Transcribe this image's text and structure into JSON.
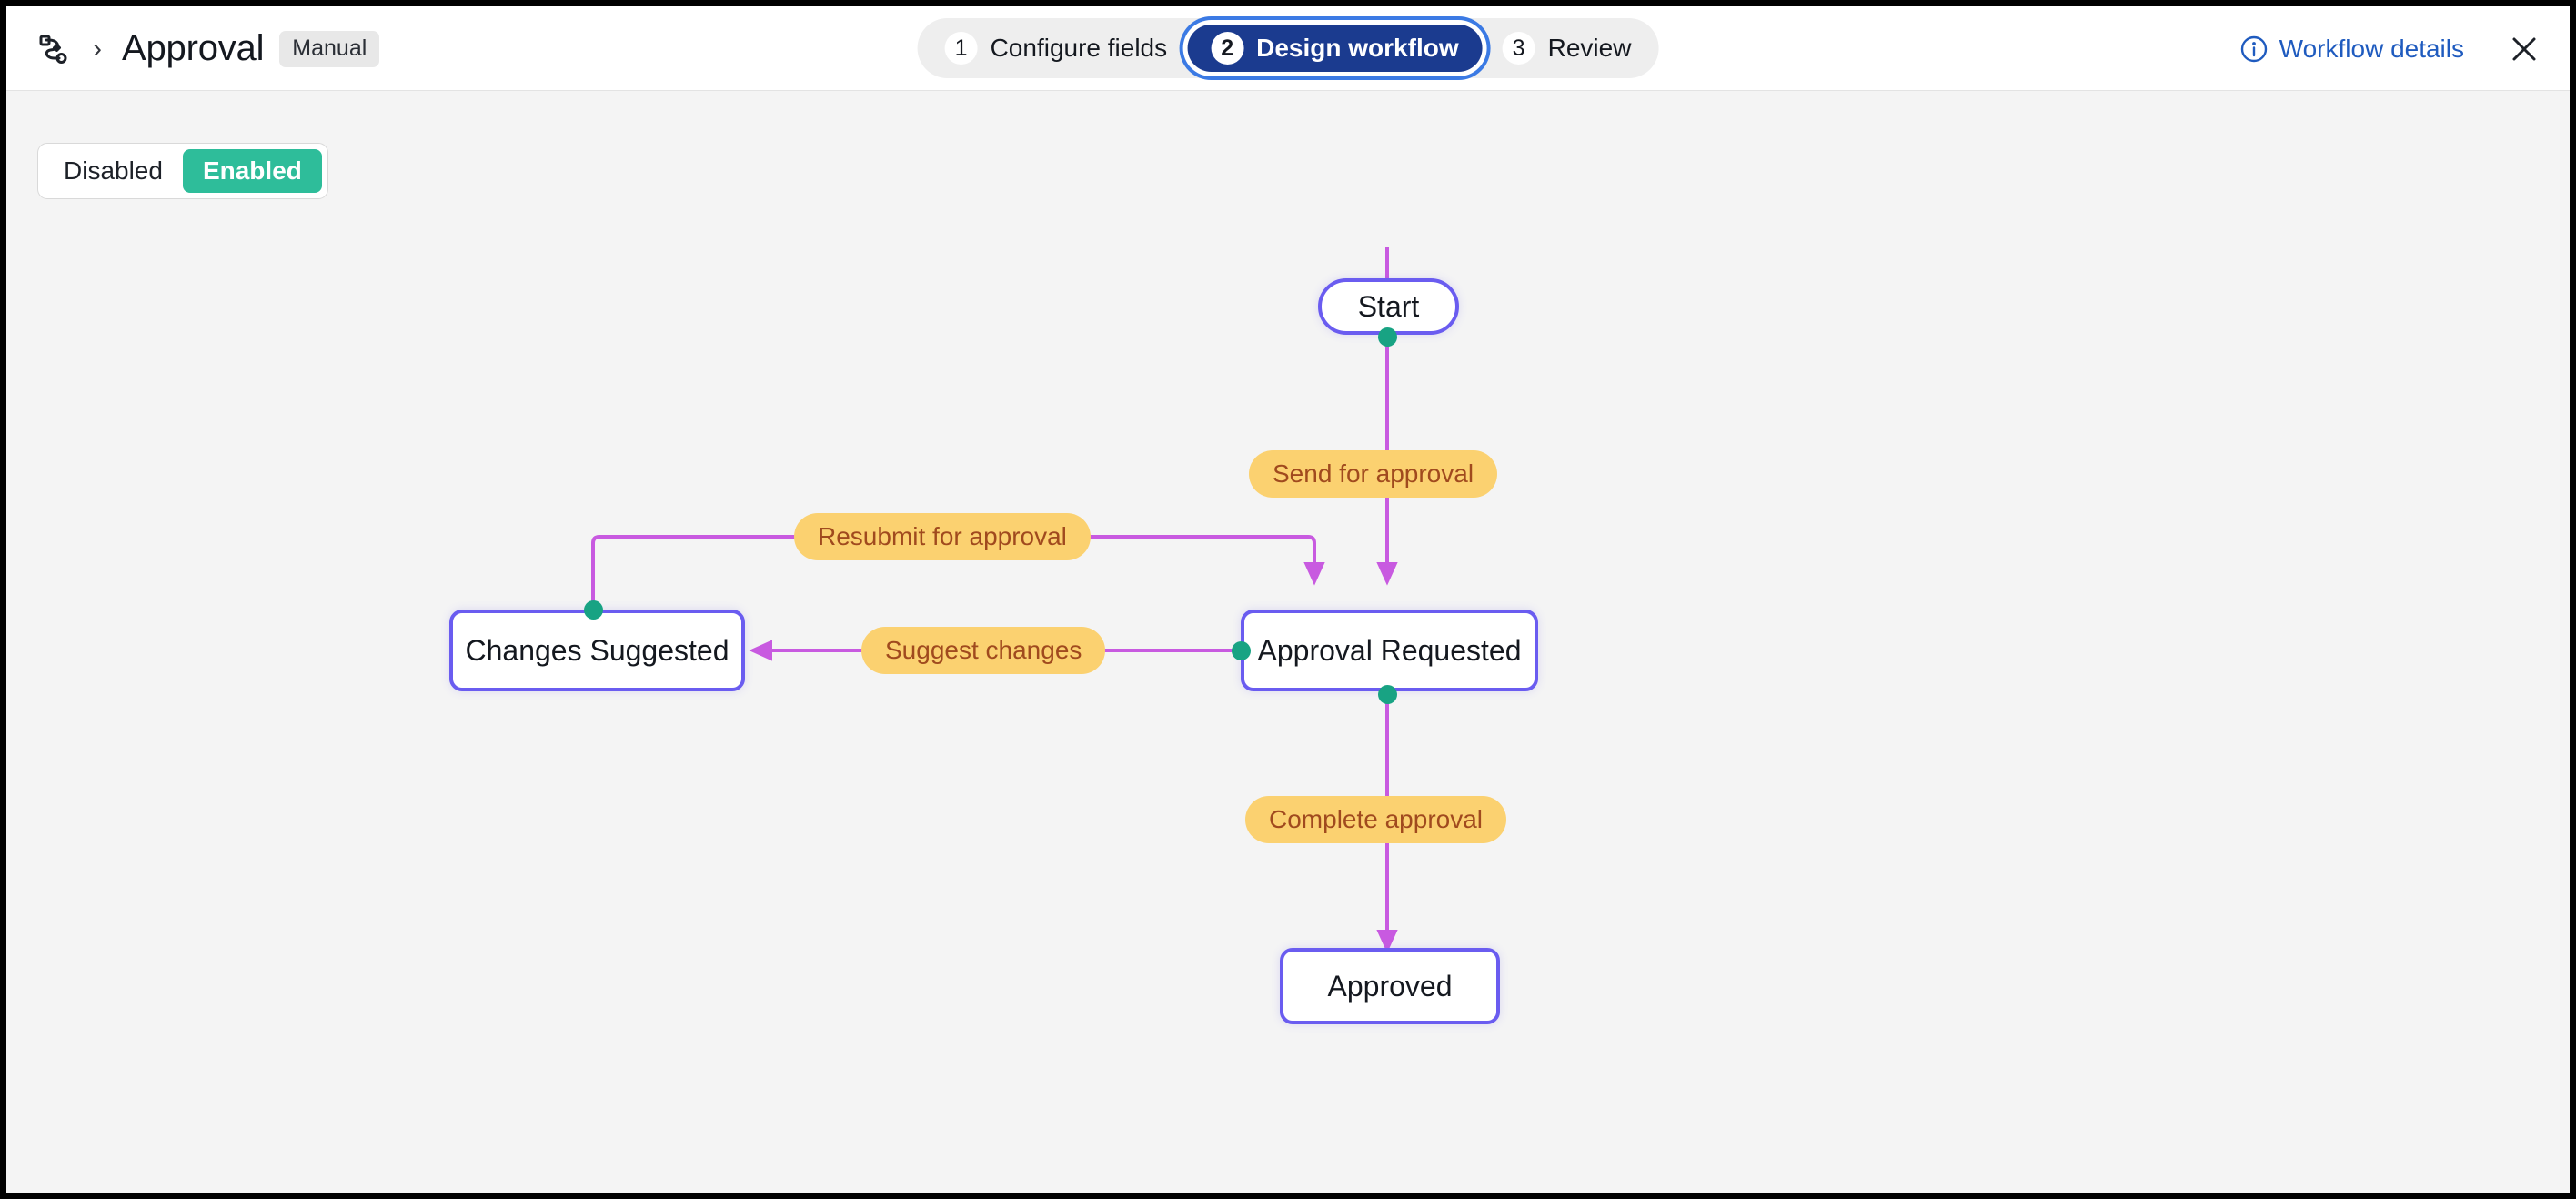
{
  "window": {
    "background": "#f4f4f4",
    "header_background": "#ffffff"
  },
  "header": {
    "workflow_icon": "workflow-route-icon",
    "breadcrumb_separator": "›",
    "title": "Approval",
    "title_badge": "Manual",
    "details_link": "Workflow details",
    "details_icon": "info-circle-icon",
    "close_icon": "close-icon",
    "link_color": "#1f5bbf"
  },
  "stepper": {
    "steps": [
      {
        "number": "1",
        "label": "Configure fields",
        "active": false
      },
      {
        "number": "2",
        "label": "Design workflow",
        "active": true
      },
      {
        "number": "3",
        "label": "Review",
        "active": false
      }
    ],
    "active_background": "#1b3b8f",
    "active_ring": "#3b7ae4",
    "container_background": "#eeeeee"
  },
  "status_toggle": {
    "options": [
      {
        "label": "Disabled",
        "selected": false
      },
      {
        "label": "Enabled",
        "selected": true
      }
    ],
    "selected_background": "#2ebd9a"
  },
  "workflow": {
    "node_border_color": "#6a5cf0",
    "port_color": "#18a383",
    "edge_color": "#c85ae0",
    "edge_label_background": "#fbd170",
    "edge_label_text_color": "#a04a1e",
    "nodes": [
      {
        "id": "start",
        "label": "Start",
        "shape": "pill"
      },
      {
        "id": "requested",
        "label": "Approval Requested",
        "shape": "rect"
      },
      {
        "id": "suggested",
        "label": "Changes Suggested",
        "shape": "rect"
      },
      {
        "id": "approved",
        "label": "Approved",
        "shape": "rect"
      }
    ],
    "transitions": [
      {
        "id": "send",
        "label": "Send for approval",
        "from": "start",
        "to": "requested"
      },
      {
        "id": "suggest",
        "label": "Suggest changes",
        "from": "requested",
        "to": "suggested"
      },
      {
        "id": "resubmit",
        "label": "Resubmit for approval",
        "from": "suggested",
        "to": "requested"
      },
      {
        "id": "complete",
        "label": "Complete approval",
        "from": "requested",
        "to": "approved"
      }
    ]
  }
}
